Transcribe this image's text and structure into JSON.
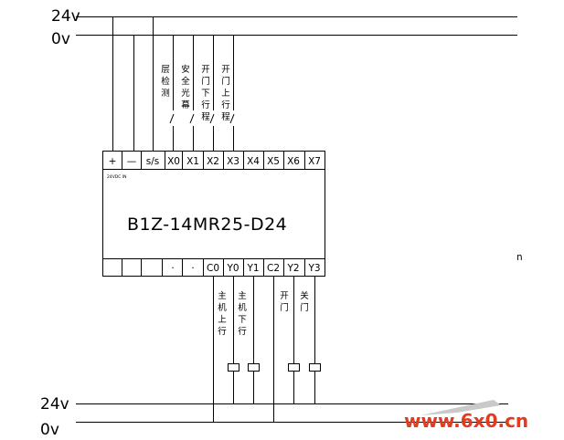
{
  "rails_top": {
    "v24": "24v",
    "v0": "0v"
  },
  "rails_bottom": {
    "v24": "24v",
    "v0": "0v"
  },
  "plc": {
    "model": "B1Z-14MR25-D24",
    "power_note": "24VDC IN",
    "top_terminals": [
      "+",
      "—",
      "s/s",
      "X0",
      "X1",
      "X2",
      "X3",
      "X4",
      "X5",
      "X6",
      "X7"
    ],
    "bottom_terminals": [
      "",
      "",
      "",
      "·",
      "·",
      "C0",
      "Y0",
      "Y1",
      "C2",
      "Y2",
      "Y3"
    ]
  },
  "inputs": [
    {
      "label": [
        "层",
        "检",
        "测"
      ]
    },
    {
      "label": [
        "安",
        "全",
        "光",
        "幕"
      ]
    },
    {
      "label": [
        "开",
        "门",
        "下",
        "行",
        "程"
      ]
    },
    {
      "label": [
        "开",
        "门",
        "上",
        "行",
        "程"
      ]
    }
  ],
  "outputs": [
    {
      "label": [
        "主",
        "机",
        "上",
        "行"
      ]
    },
    {
      "label": [
        "主",
        "机",
        "下",
        "行"
      ]
    },
    {
      "label": [
        "开",
        "门"
      ]
    },
    {
      "label": [
        "关",
        "门"
      ]
    }
  ],
  "stray_mark": "n",
  "watermark": "www.6x0.cn"
}
